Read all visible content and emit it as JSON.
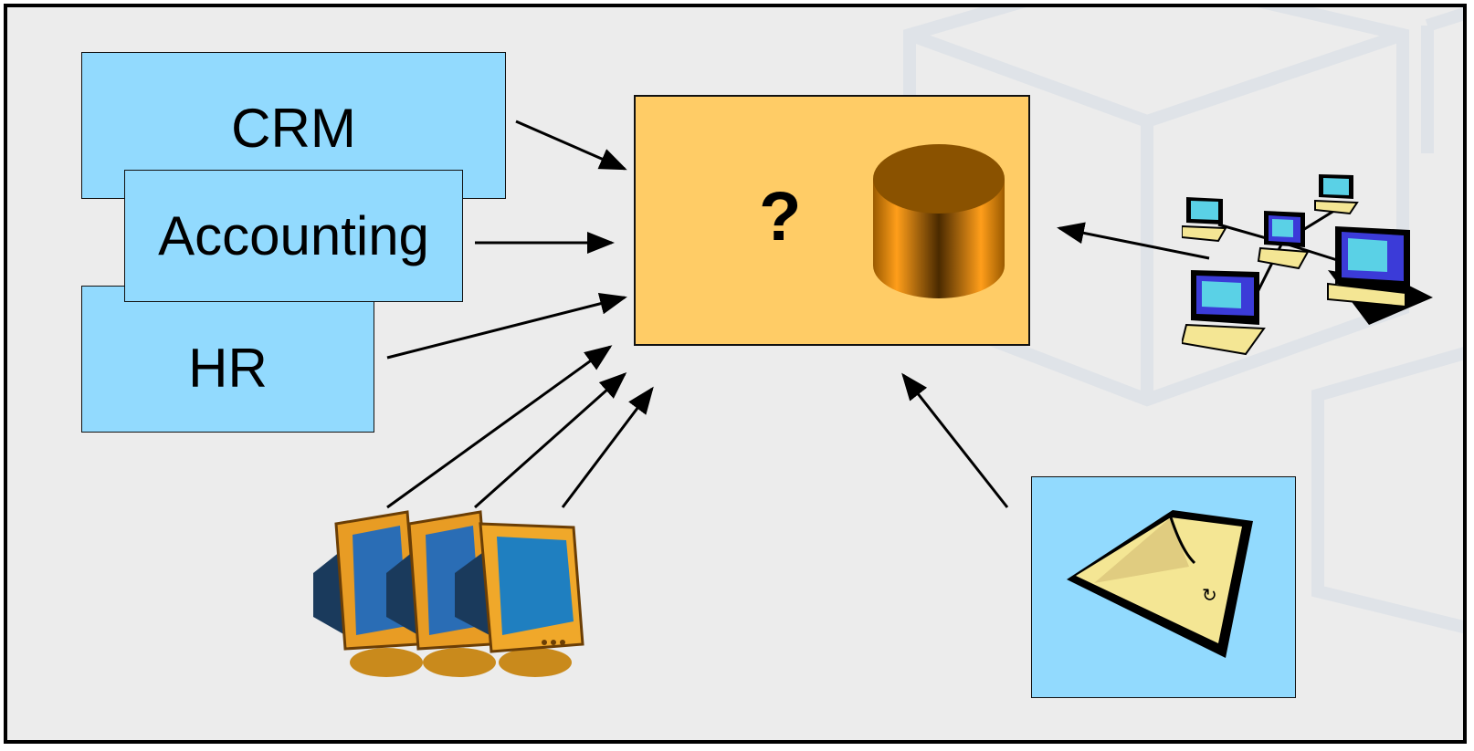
{
  "systems": {
    "crm": "CRM",
    "accounting": "Accounting",
    "hr": "HR"
  },
  "warehouse": {
    "question": "?"
  },
  "colors": {
    "system_box": "#92dafe",
    "warehouse_box": "#ffcc66",
    "background": "#ececec",
    "database": "#8a5200"
  },
  "icons": {
    "database": "database-icon",
    "desktops": "desktop-computers-icon",
    "network": "computer-network-icon",
    "file": "document-file-icon"
  }
}
